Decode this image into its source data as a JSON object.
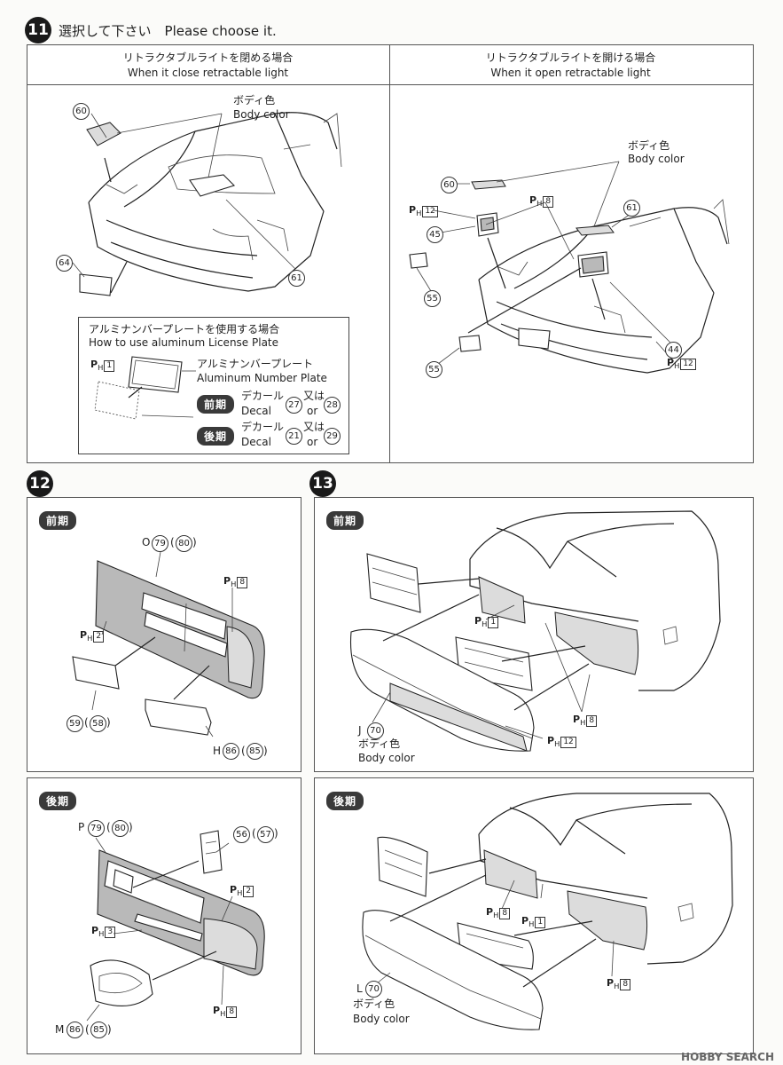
{
  "step11": {
    "number": "11",
    "title": "選択して下さい　Please choose it.",
    "left_panel": {
      "header_jp": "リトラクタブルライトを閉める場合",
      "header_en": "When it close retractable light",
      "body_color_jp": "ボディ色",
      "body_color_en": "Body color",
      "parts": [
        "60",
        "61",
        "64"
      ],
      "inset": {
        "title_jp": "アルミナンバープレートを使用する場合",
        "title_en": "How to use aluminum License Plate",
        "ph_part": "1",
        "plate_jp": "アルミナンバープレート",
        "plate_en": "Aluminum Number Plate",
        "early": {
          "badge": "前期",
          "decal_jp": "デカール",
          "decal_en": "Decal",
          "part_a": "27",
          "or_jp": "又は",
          "or_en": "or",
          "part_b": "28"
        },
        "late": {
          "badge": "後期",
          "decal_jp": "デカール",
          "decal_en": "Decal",
          "part_a": "21",
          "or_jp": "又は",
          "or_en": "or",
          "part_b": "29"
        }
      }
    },
    "right_panel": {
      "header_jp": "リトラクタブルライトを開ける場合",
      "header_en": "When it open retractable light",
      "body_color_jp": "ボディ色",
      "body_color_en": "Body color",
      "parts": [
        "60",
        "45",
        "55",
        "55",
        "61",
        "44"
      ],
      "ph_parts": [
        "12",
        "8",
        "12"
      ]
    }
  },
  "step12": {
    "number": "12",
    "early": {
      "badge": "前期",
      "grille": "O",
      "grille_part": "79",
      "grille_alt": "80",
      "ph_a": "8",
      "ph_b": "2",
      "part_59": "59",
      "part_58": "58",
      "h_label": "H",
      "h_part": "86",
      "h_alt": "85"
    },
    "late": {
      "badge": "後期",
      "grille": "P",
      "grille_part": "79",
      "grille_alt": "80",
      "part_56": "56",
      "part_57": "57",
      "ph_a": "2",
      "ph_b": "3",
      "ph_c": "8",
      "m_label": "M",
      "m_part": "86",
      "m_alt": "85"
    }
  },
  "step13": {
    "number": "13",
    "early": {
      "badge": "前期",
      "ph_a": "1",
      "ph_b": "8",
      "ph_c": "12",
      "bumper": "J",
      "bumper_part": "70",
      "body_color_jp": "ボディ色",
      "body_color_en": "Body color"
    },
    "late": {
      "badge": "後期",
      "ph_a": "8",
      "ph_b": "1",
      "ph_c": "8",
      "bumper": "L",
      "bumper_part": "70",
      "body_color_jp": "ボディ色",
      "body_color_en": "Body color"
    }
  },
  "watermark": "HOBBY SEARCH",
  "ph_prefix": "P",
  "ph_sub": "H"
}
